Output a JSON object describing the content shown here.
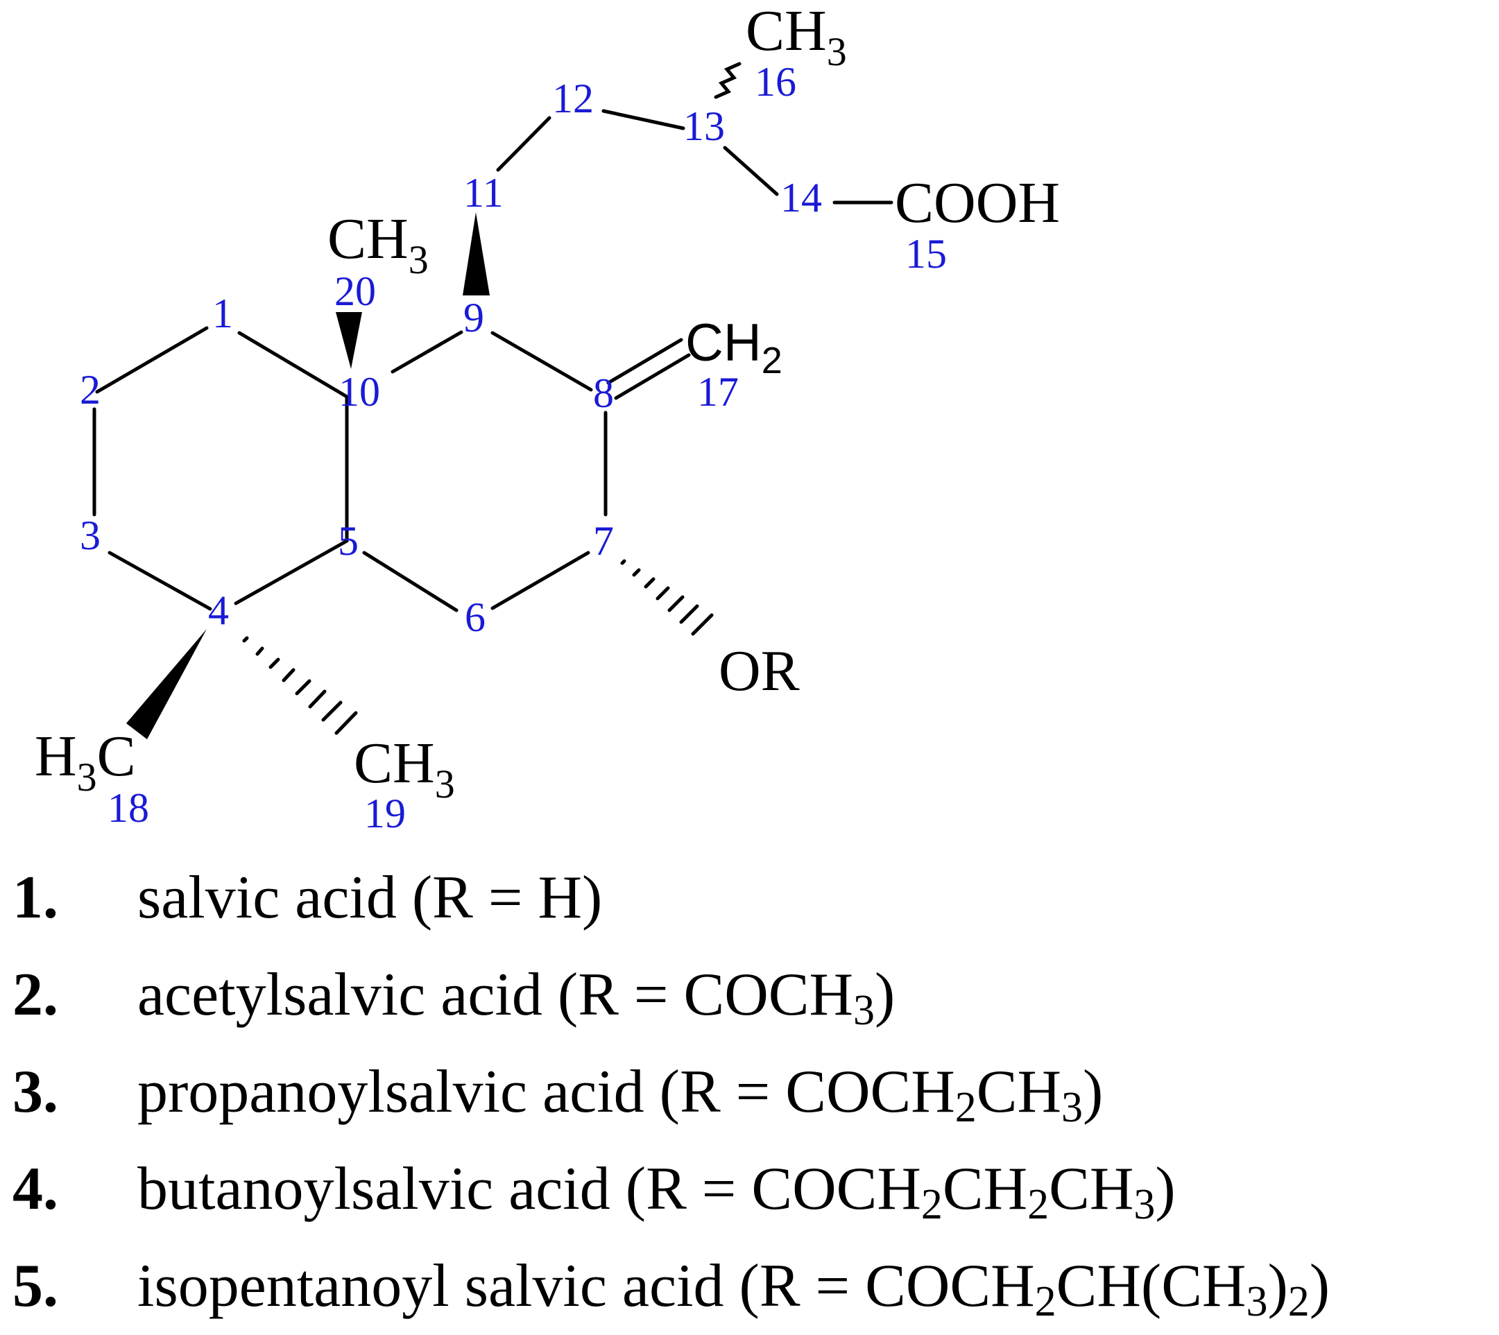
{
  "atoms": {
    "c1": "1",
    "c2": "2",
    "c3": "3",
    "c4": "4",
    "c5": "5",
    "c6": "6",
    "c7": "7",
    "c8": "8",
    "c9": "9",
    "c10": "10",
    "c11": "11",
    "c12": "12",
    "c13": "13",
    "c14": "14",
    "c15": "15",
    "c16": "16",
    "c17": "17",
    "c18": "18",
    "c19": "19",
    "c20": "20"
  },
  "groups": {
    "ch3_16_main": "CH",
    "ch3_16_sub": "3",
    "ch3_20_main": "CH",
    "ch3_20_sub": "3",
    "ch2_17_main": "CH",
    "ch2_17_sub": "2",
    "cooh": "COOH",
    "or": "OR",
    "h3c_18_h": "H",
    "h3c_18_sub": "3",
    "h3c_18_c": "C",
    "ch3_19_main": "CH",
    "ch3_19_sub": "3"
  },
  "compounds": [
    {
      "number": "1.",
      "name": "salvic acid ",
      "r": [
        {
          "t": "(R = H)"
        }
      ]
    },
    {
      "number": "2.",
      "name": "acetylsalvic acid ",
      "r": [
        {
          "t": "(R = COCH"
        },
        {
          "s": "3"
        },
        {
          "t": ")"
        }
      ]
    },
    {
      "number": "3.",
      "name": "propanoylsalvic acid ",
      "r": [
        {
          "t": "(R = COCH"
        },
        {
          "s": "2"
        },
        {
          "t": "CH"
        },
        {
          "s": "3"
        },
        {
          "t": ")"
        }
      ]
    },
    {
      "number": "4.",
      "name": "butanoylsalvic acid ",
      "r": [
        {
          "t": "(R = COCH"
        },
        {
          "s": "2"
        },
        {
          "t": "CH"
        },
        {
          "s": "2"
        },
        {
          "t": "CH"
        },
        {
          "s": "3"
        },
        {
          "t": ")"
        }
      ]
    },
    {
      "number": "5.",
      "name": "isopentanoyl salvic acid ",
      "r": [
        {
          "t": "(R = COCH"
        },
        {
          "s": "2"
        },
        {
          "t": "CH(CH"
        },
        {
          "s": "3"
        },
        {
          "t": ")"
        },
        {
          "s": "2"
        },
        {
          "t": ")"
        }
      ]
    }
  ]
}
